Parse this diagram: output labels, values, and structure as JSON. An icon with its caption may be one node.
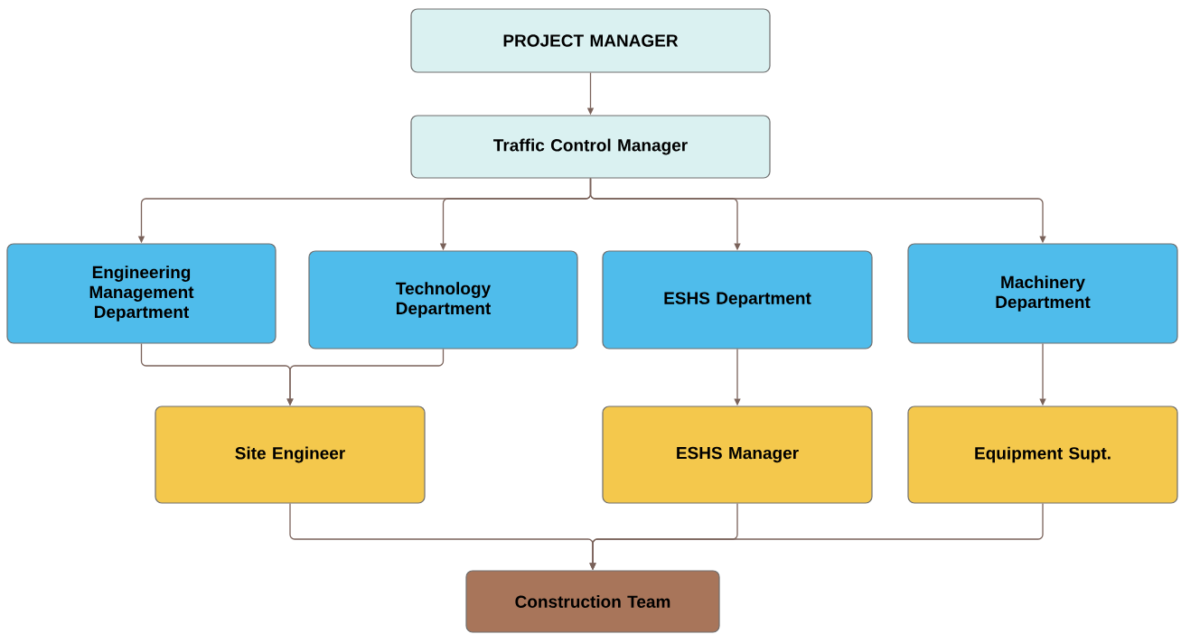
{
  "diagram": {
    "nodes": [
      {
        "text": [
          "PROJECT MANAGER"
        ]
      },
      {
        "text": [
          "Traffic Control Manager"
        ]
      },
      {
        "text": [
          "Engineering Management Department"
        ]
      },
      {
        "text": [
          "Technology Department"
        ]
      },
      {
        "text": [
          "ESHS Department"
        ]
      },
      {
        "text": [
          "Machinery Department"
        ]
      },
      {
        "text": [
          "Site Engineer"
        ]
      },
      {
        "text": [
          "ESHS Manager"
        ]
      },
      {
        "text": [
          "Equipment Supt."
        ]
      },
      {
        "text": [
          "Construction Team"
        ]
      }
    ],
    "edges": [
      {
        "from": 0,
        "to": 1,
        "arrow": "to"
      },
      {
        "from": 1,
        "to": 2,
        "arrow": "to"
      },
      {
        "from": 1,
        "to": 3,
        "arrow": "to"
      },
      {
        "from": 1,
        "to": 4,
        "arrow": "to"
      },
      {
        "from": 1,
        "to": 5,
        "arrow": "to"
      },
      {
        "from": 2,
        "to": 6,
        "arrow": "to"
      },
      {
        "from": 3,
        "to": 6,
        "arrow": "to"
      },
      {
        "from": 4,
        "to": 7,
        "arrow": "to"
      },
      {
        "from": 5,
        "to": 8,
        "arrow": "to"
      },
      {
        "from": 6,
        "to": 9,
        "arrow": "to"
      },
      {
        "from": 7,
        "to": 9,
        "arrow": "to"
      },
      {
        "from": 8,
        "to": 9,
        "arrow": "to"
      }
    ]
  }
}
